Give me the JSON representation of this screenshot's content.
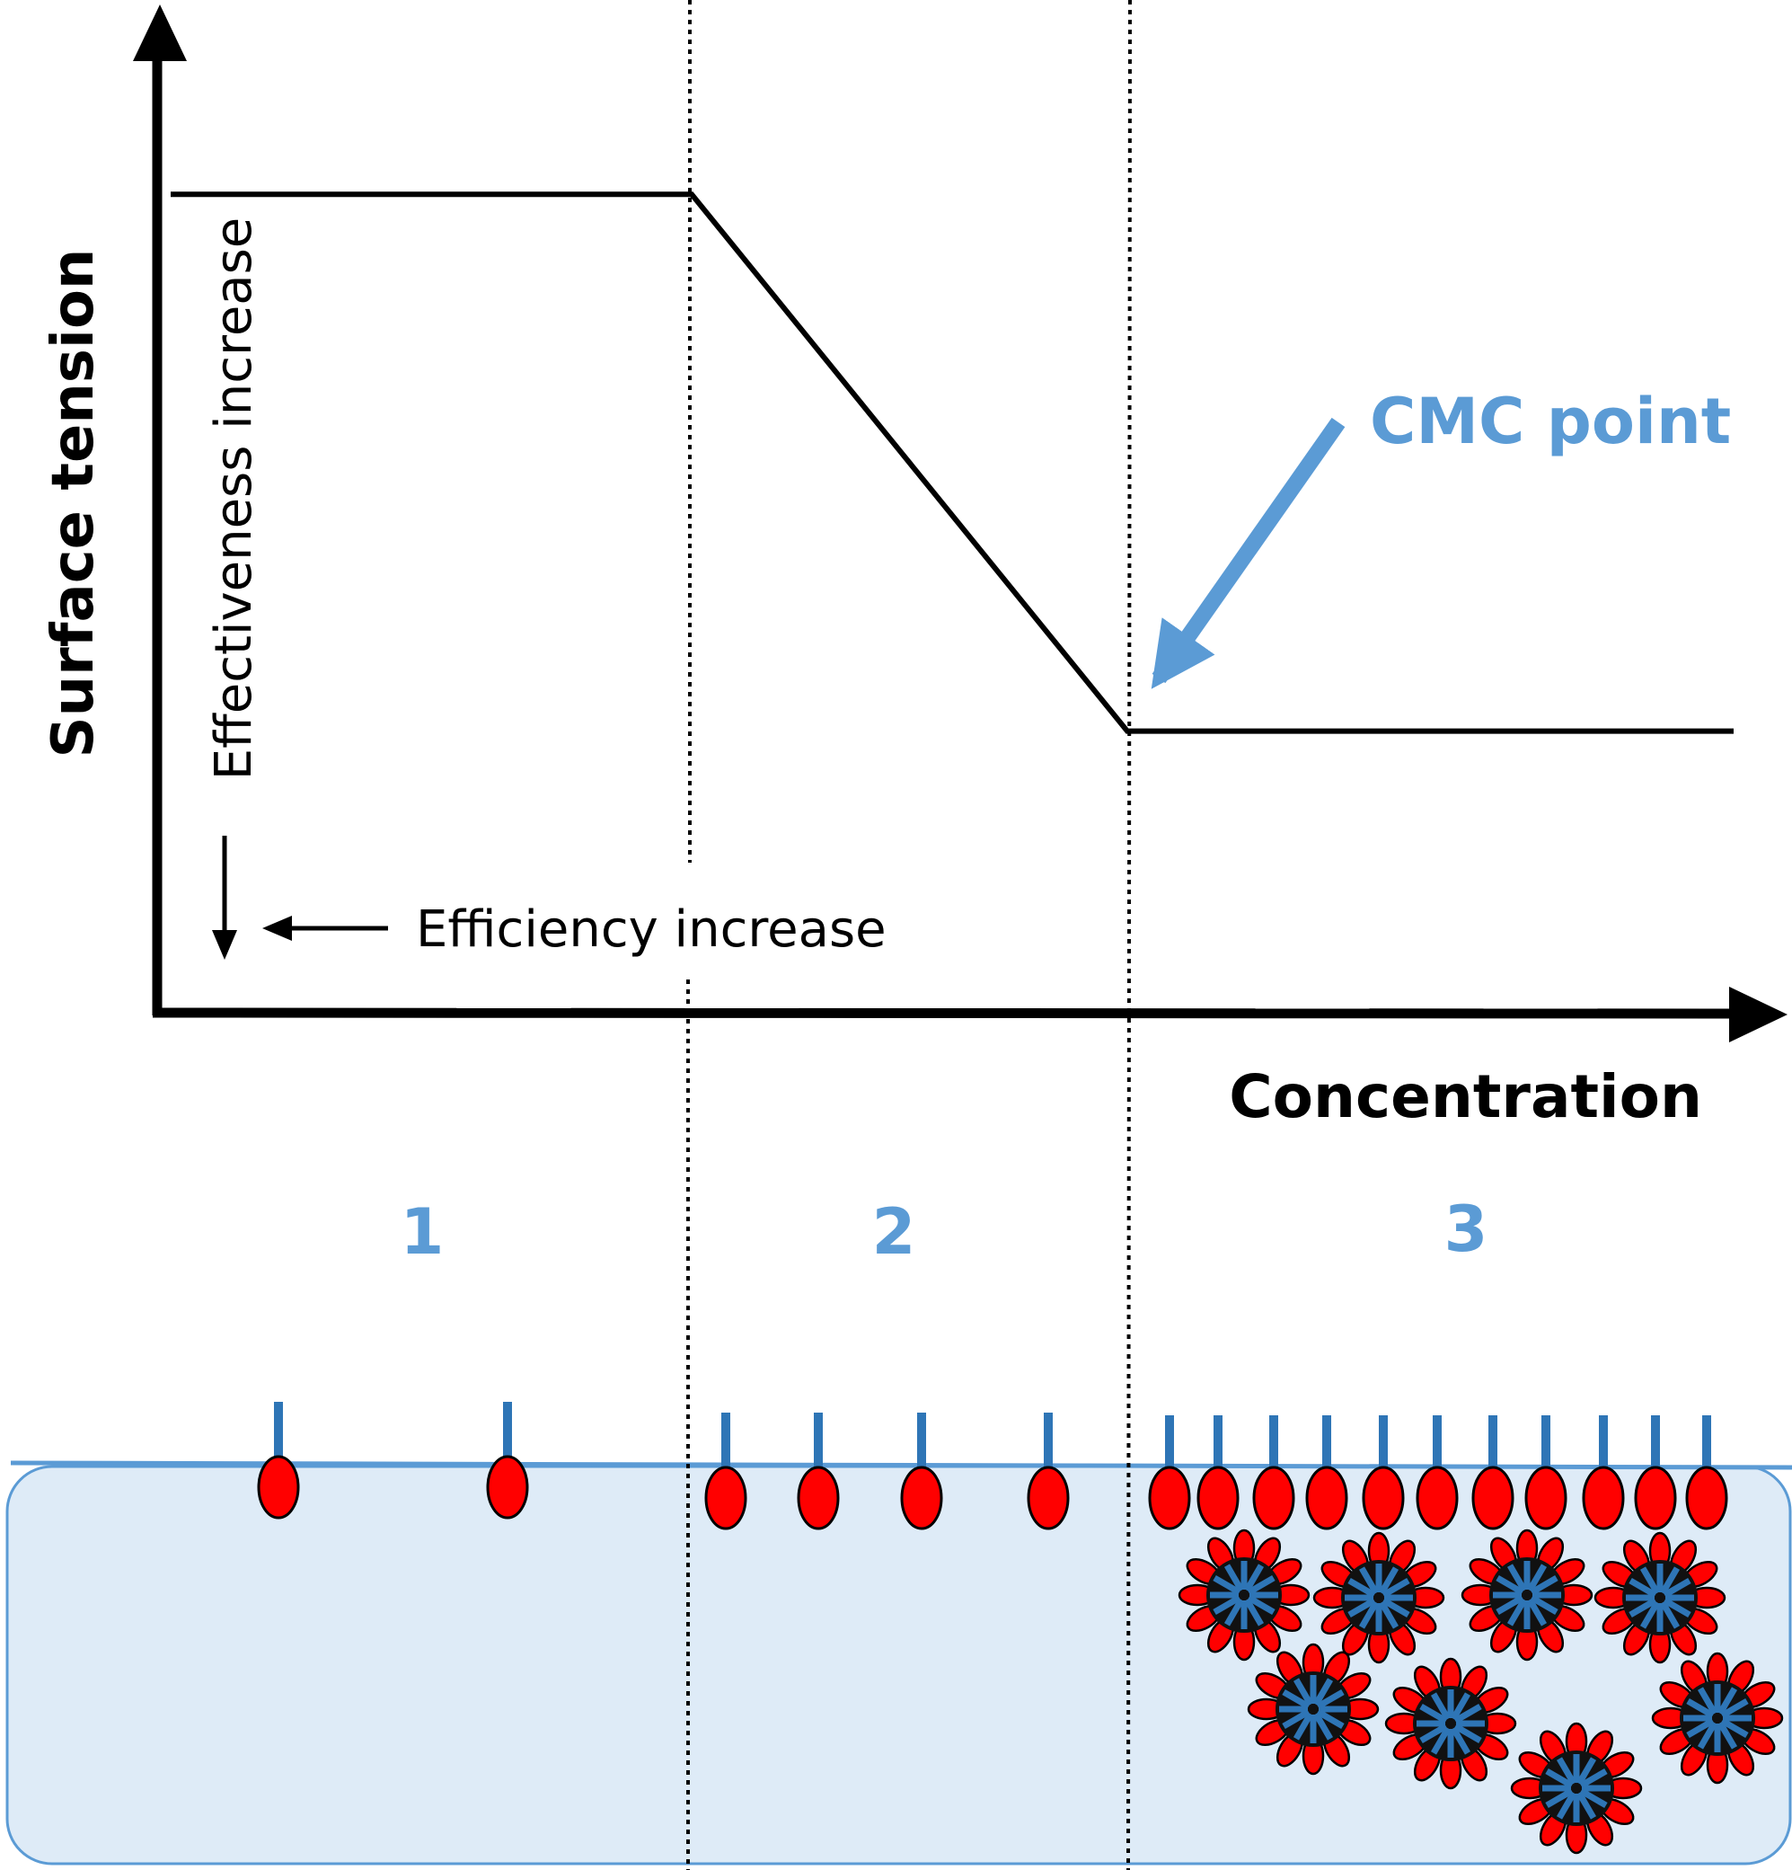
{
  "chart_data": {
    "type": "line",
    "xlabel": "Concentration",
    "ylabel": "Surface tension",
    "points": [
      [
        0,
        0.87
      ],
      [
        1,
        0.87
      ],
      [
        2,
        0.3
      ],
      [
        3,
        0.3
      ]
    ],
    "region_boundaries": [
      1,
      2
    ],
    "annotations": {
      "cmc": "CMC point",
      "effectiveness": "Effectiveness increase",
      "efficiency": "Efficiency increase"
    }
  },
  "regions": {
    "labels": [
      "1",
      "2",
      "3"
    ],
    "surface_counts": [
      2,
      4,
      11
    ],
    "micelle_count": 8
  },
  "colors": {
    "axis": "#000000",
    "accent": "#5b9bd5",
    "head": "#ff0000",
    "tail": "#2e75b6",
    "water": "#deebf7",
    "micelle_core": "#111111"
  }
}
